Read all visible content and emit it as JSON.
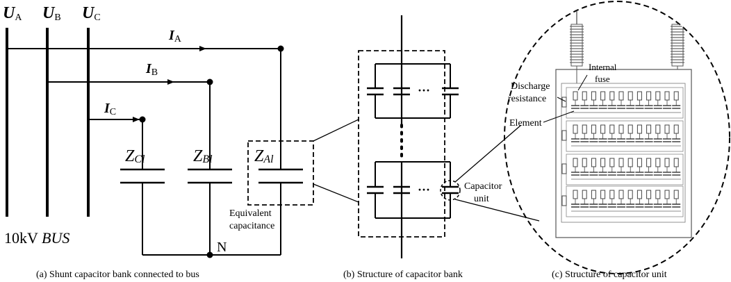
{
  "bus": {
    "ua": {
      "sym": "U",
      "sub": "A"
    },
    "ub": {
      "sym": "U",
      "sub": "B"
    },
    "uc": {
      "sym": "U",
      "sub": "C"
    },
    "ia": {
      "sym": "I",
      "sub": "A"
    },
    "ib": {
      "sym": "I",
      "sub": "B"
    },
    "ic": {
      "sym": "I",
      "sub": "C"
    },
    "zc": {
      "sym": "Z",
      "sub": "Cl"
    },
    "zb": {
      "sym": "Z",
      "sub": "Bl"
    },
    "za": {
      "sym": "Z",
      "sub": "Al"
    },
    "bus_label_prefix": "10kV ",
    "bus_label_italic": "BUS",
    "neutral": "N",
    "equivalent_line1": "Equivalent",
    "equivalent_line2": "capacitance"
  },
  "bank": {
    "ellipsis": "···",
    "capacitor_unit_line1": "Capacitor",
    "capacitor_unit_line2": "unit"
  },
  "unit": {
    "internal_fuse_line1": "Internal",
    "internal_fuse_line2": "fuse",
    "discharge_line1": "Discharge",
    "discharge_line2": "resistance",
    "element": "Element"
  },
  "captions": {
    "a": "(a) Shunt capacitor bank connected to bus",
    "b": "(b) Structure of capacitor bank",
    "c": "(c) Structure of capacitor unit"
  }
}
